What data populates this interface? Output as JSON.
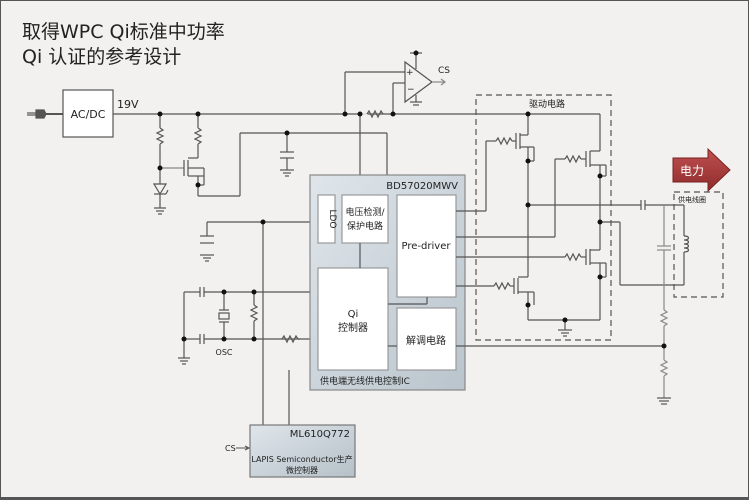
{
  "title": {
    "line1": "取得WPC Qi标准中功率",
    "line2": "Qi 认证的参考设计"
  },
  "labels": {
    "acdc": "AC/DC",
    "voltage": "19V",
    "cs_opamp": "CS",
    "opamp_plus": "+",
    "opamp_minus": "−",
    "ic_part": "BD57020MWV",
    "ldo": "LDO",
    "voltage_detect_1": "电压检测/",
    "voltage_detect_2": "保护电路",
    "pre_driver": "Pre-driver",
    "qi_ctrl_1": "Qi",
    "qi_ctrl_2": "控制器",
    "demod": "解调电路",
    "ic_caption": "供电端无线供电控制IC",
    "driver_circuit": "驱动电路",
    "power_arrow": "电力",
    "coil": "供电线圈",
    "osc": "OSC",
    "mcu_part": "ML610Q772",
    "mcu_desc_1": "LAPIS Semiconductor生产",
    "mcu_desc_2": "微控制器",
    "cs_mcu": "CS"
  },
  "colors": {
    "background": "#f2f1ef",
    "wire": "#555555",
    "ic_fill": "#cfd8df",
    "arrow": "#a83a3a"
  }
}
